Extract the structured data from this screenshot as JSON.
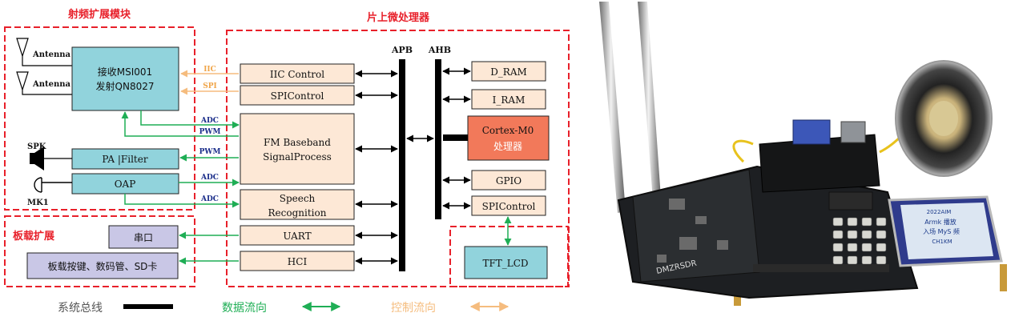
{
  "colors": {
    "region_border": "#e8202a",
    "region_title": "#e8202a",
    "box_blue": "#91d3dc",
    "box_peach": "#fde8d6",
    "cortex_fill": "#f2795a",
    "bus": "#000000",
    "data_arrow": "#1fae55",
    "control_arrow": "#f5bc7e",
    "dark_arrow": "#000000"
  },
  "regions": {
    "rf_title": "射频扩展模块",
    "cpu_title": "片上微处理器",
    "board_title": "板载扩展"
  },
  "buses": {
    "apb": "APB",
    "ahb": "AHB"
  },
  "rf_blocks": {
    "antenna1": "Antenna",
    "antenna2": "Antenna",
    "transceiver_line1": "接收MSI001",
    "transceiver_line2": "发射QN8027",
    "pa_filter": "PA  |Filter",
    "oap": "OAP",
    "spk": "SPK",
    "mk1": "MK1"
  },
  "apb_blocks": {
    "iic": "IIC Control",
    "spi": "SPIControl",
    "fm_line1": "FM Baseband",
    "fm_line2": "SignalProcess",
    "speech_line1": "Speech",
    "speech_line2": "Recognition",
    "uart": "UART",
    "hci": "HCI"
  },
  "ahb_blocks": {
    "dram": "D_RAM",
    "iram": "I_RAM",
    "cortex_line1": "Cortex-M0",
    "cortex_line2": "处理器",
    "gpio": "GPIO",
    "spi": "SPIControl",
    "tft": "TFT_LCD"
  },
  "board_blocks": {
    "serial": "串口",
    "keys": "板载按键、数码管、SD卡"
  },
  "arrow_labels": {
    "iic": "IIC",
    "spi": "SPI",
    "adc1": "ADC",
    "pwm1": "PWM",
    "pwm2": "PWM",
    "adc2": "ADC",
    "adc3": "ADC"
  },
  "legend": {
    "bus": "系统总线",
    "data": "数据流向",
    "control": "控制流向"
  },
  "photo": {
    "board_silk": "DMZRSDR",
    "lcd_line1": "2022AIM",
    "lcd_line2": "Armk 播放",
    "lcd_line3": "入场 MyS 频",
    "lcd_line4": "CH1KM"
  }
}
